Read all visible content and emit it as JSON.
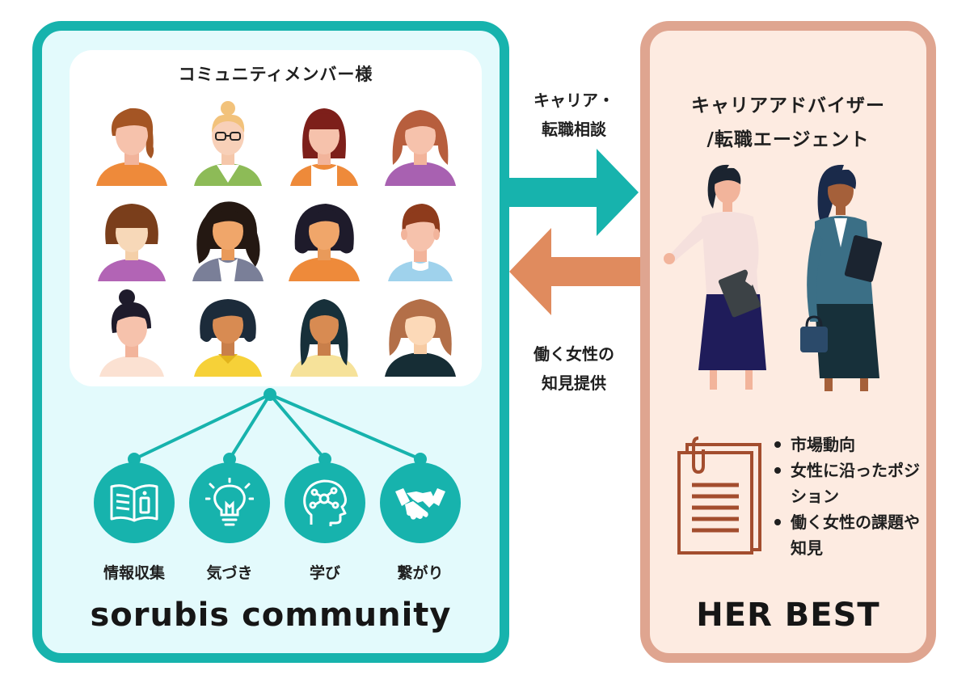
{
  "community": {
    "members_title": "コミュニティメンバー様",
    "features": [
      {
        "label": "情報収集",
        "icon": "book-icon"
      },
      {
        "label": "気づき",
        "icon": "lightbulb-icon"
      },
      {
        "label": "学び",
        "icon": "brain-icon"
      },
      {
        "label": "繋がり",
        "icon": "handshake-icon"
      }
    ],
    "name": "sorubis community"
  },
  "flows": {
    "to_agent": [
      "キャリア・",
      "転職相談"
    ],
    "to_community": [
      "働く女性の",
      "知見提供"
    ]
  },
  "agent": {
    "title": [
      "キャリアアドバイザー",
      "/転職エージェント"
    ],
    "points": [
      "市場動向",
      "女性に沿ったポジション",
      "働く女性の課題や知見"
    ],
    "name": "HER BEST"
  },
  "colors": {
    "teal": "#17b3ad",
    "teal_light": "#e3fafc",
    "salmon": "#dfa590",
    "salmon_arrow": "#e08b5e",
    "peach_light": "#fdebe1"
  }
}
